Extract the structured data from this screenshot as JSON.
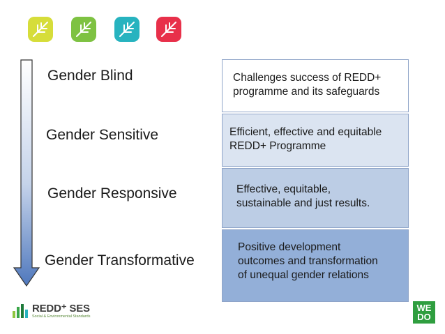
{
  "leaf_icons": [
    {
      "icon": "leaf-icon",
      "color": "#d6dd3a"
    },
    {
      "icon": "leaf-icon",
      "color": "#7ec242"
    },
    {
      "icon": "leaf-icon",
      "color": "#27b3bf"
    },
    {
      "icon": "leaf-icon",
      "color": "#e8304a"
    }
  ],
  "levels": [
    {
      "label": "Gender Blind",
      "description": [
        "Challenges success of REDD+",
        "programme and its safeguards"
      ],
      "fill": "#ffffff"
    },
    {
      "label": "Gender Sensitive",
      "description": [
        "Efficient, effective and equitable",
        "REDD+ Programme"
      ],
      "fill": "#dbe4f1"
    },
    {
      "label": "Gender Responsive",
      "description": [
        "Effective, equitable,",
        "sustainable and just results."
      ],
      "fill": "#bccde5"
    },
    {
      "label": "Gender Transformative",
      "description": [
        "Positive  development",
        "outcomes and transformation",
        "of  unequal  gender relations"
      ],
      "fill": "#93afd8"
    }
  ],
  "arrow": {
    "icon": "down-arrow-icon",
    "start_color": "#ffffff",
    "end_color": "#4f78bd"
  },
  "logos": {
    "redd_title": "REDD⁺ SES",
    "redd_subtitle": "Social & Environmental Standards",
    "wedo_line1": "WE",
    "wedo_line2": "DO"
  }
}
